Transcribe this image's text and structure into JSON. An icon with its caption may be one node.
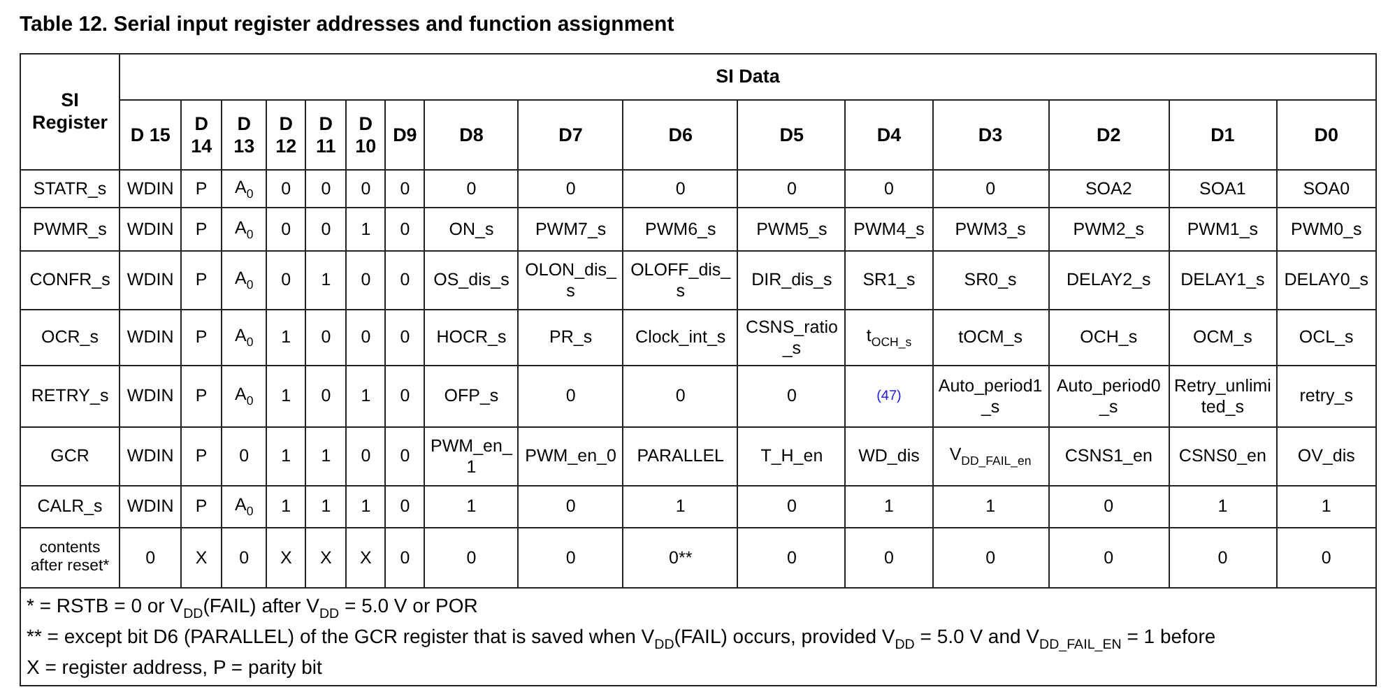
{
  "diagram": {
    "title": "Table 12.  Serial input register addresses and function assignment",
    "labels": [
      "SI Register",
      "SI Data",
      "D 15",
      "D 14",
      "D 13",
      "D 12",
      "D 11",
      "D 10",
      "D9",
      "D8",
      "D7",
      "D6",
      "D5",
      "D4",
      "D3",
      "D2",
      "D1",
      "D0",
      "STATR_s",
      "WDIN",
      "P",
      "A$_{0}$",
      "0",
      "0",
      "0",
      "0",
      "0",
      "0",
      "0",
      "0",
      "0",
      "0",
      "SOA2",
      "SOA1",
      "SOA0",
      "PWMR_s",
      "WDIN",
      "P",
      "A$_{0}$",
      "0",
      "0",
      "1",
      "0",
      "ON_s",
      "PWM7_s",
      "PWM6_s",
      "PWM5_s",
      "PWM4_s",
      "PWM3_s",
      "PWM2_s",
      "PWM1_s",
      "PWM0_s",
      "CONFR_s",
      "WDIN",
      "P",
      "A$_{0}$",
      "0",
      "1",
      "0",
      "0",
      "OS_dis_s",
      "OLON_dis_s",
      "OLOFF_dis_s",
      "DIR_dis_s",
      "SR1_s",
      "SR0_s",
      "DELAY2_s",
      "DELAY1_s",
      "DELAY0_s",
      "OCR_s",
      "WDIN",
      "P",
      "A$_{0}$",
      "1",
      "0",
      "0",
      "0",
      "HOCR_s",
      "PR_s",
      "Clock_int_s",
      "CSNS_ratio_s",
      "t$_{OCH_s}$",
      "tOCM_s",
      "OCH_s",
      "OCM_s",
      "OCL_s",
      "RETRY_s",
      "WDIN",
      "P",
      "A$_{0}$",
      "1",
      "0",
      "1",
      "0",
      "OFP_s",
      "0",
      "0",
      "0",
      "(47)",
      "Auto_period1_s",
      "Auto_period0_s",
      "Retry_unlimited_s",
      "retry_s",
      "GCR",
      "WDIN",
      "P",
      "0",
      "1",
      "1",
      "0",
      "0",
      "PWM_en_1",
      "PWM_en_0",
      "PARALLEL",
      "T_H_en",
      "WD_dis",
      "V$_{DD_FAIL_en}$",
      "CSNS1_en",
      "CSNS0_en",
      "OV_dis",
      "CALR_s",
      "WDIN",
      "P",
      "A$_{0}$",
      "1",
      "1",
      "1",
      "0",
      "1",
      "0",
      "1",
      "0",
      "1",
      "1",
      "0",
      "1",
      "1",
      "contents after reset*",
      "0",
      "X",
      "0",
      "X",
      "X",
      "X",
      "0",
      "0",
      "0",
      "0**",
      "0",
      "0",
      "0",
      "0",
      "0",
      "0",
      "* = RSTB = 0 or V$_{DD}$(FAIL) after V$_{DD}$ = 5.0 V or POR",
      "** = except bit D6 (PARALLEL) of the GCR register that is saved when V$_{DD}$(FAIL) occurs, provided V$_{DD}$ = 5.0 V and V$_{DD_FAIL_EN}$ = 1 before",
      "X = register address, P = parity bit"
    ]
  }
}
